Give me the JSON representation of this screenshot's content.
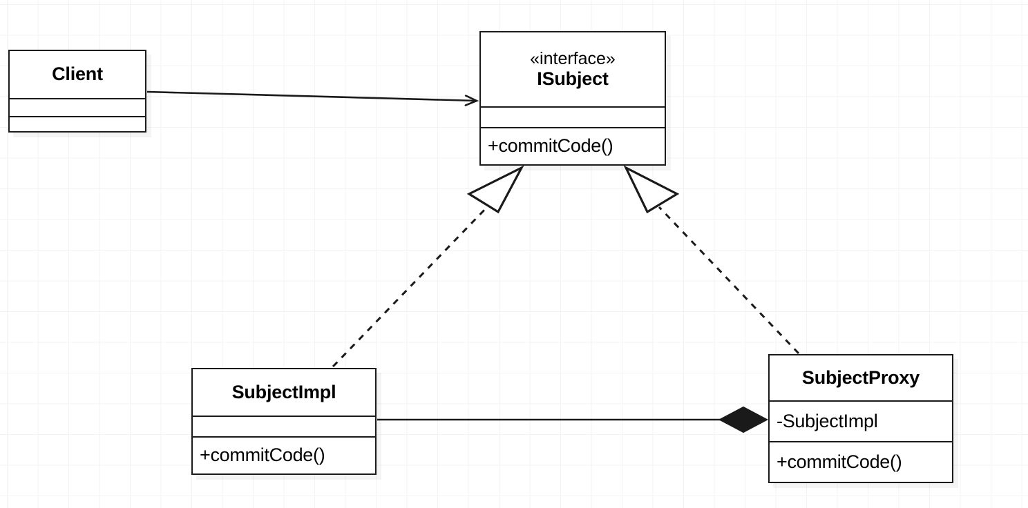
{
  "diagram": {
    "type": "uml-class-diagram",
    "pattern": "Proxy",
    "background": "#ffffff",
    "grid_color": "#f3f3f3",
    "line_color": "#1a1a1a"
  },
  "classes": [
    {
      "id": "client",
      "name": "Client",
      "stereotype": "",
      "attributes": [],
      "methods": [],
      "empty_compartments": 2
    },
    {
      "id": "isubject",
      "name": "ISubject",
      "stereotype": "«interface»",
      "attributes": [],
      "methods": [
        "+commitCode()"
      ],
      "empty_compartments": 1
    },
    {
      "id": "subjectimpl",
      "name": "SubjectImpl",
      "stereotype": "",
      "attributes": [],
      "methods": [
        "+commitCode()"
      ],
      "empty_compartments": 1
    },
    {
      "id": "subjectproxy",
      "name": "SubjectProxy",
      "stereotype": "",
      "attributes": [
        "-SubjectImpl"
      ],
      "methods": [
        "+commitCode()"
      ],
      "empty_compartments": 0
    }
  ],
  "relationships": [
    {
      "id": "client-uses-isubject",
      "kind": "association",
      "line": "solid",
      "head": "open-arrow",
      "from": "client",
      "to": "isubject",
      "label": ""
    },
    {
      "id": "subjectimpl-realizes-isubject",
      "kind": "realization",
      "line": "dashed",
      "head": "hollow-triangle",
      "from": "subjectimpl",
      "to": "isubject",
      "label": ""
    },
    {
      "id": "subjectproxy-realizes-isubject",
      "kind": "realization",
      "line": "dashed",
      "head": "hollow-triangle",
      "from": "subjectproxy",
      "to": "isubject",
      "label": ""
    },
    {
      "id": "subjectproxy-composes-subjectimpl",
      "kind": "composition",
      "line": "solid",
      "head": "filled-diamond",
      "from": "subjectimpl",
      "to": "subjectproxy",
      "label": ""
    }
  ]
}
